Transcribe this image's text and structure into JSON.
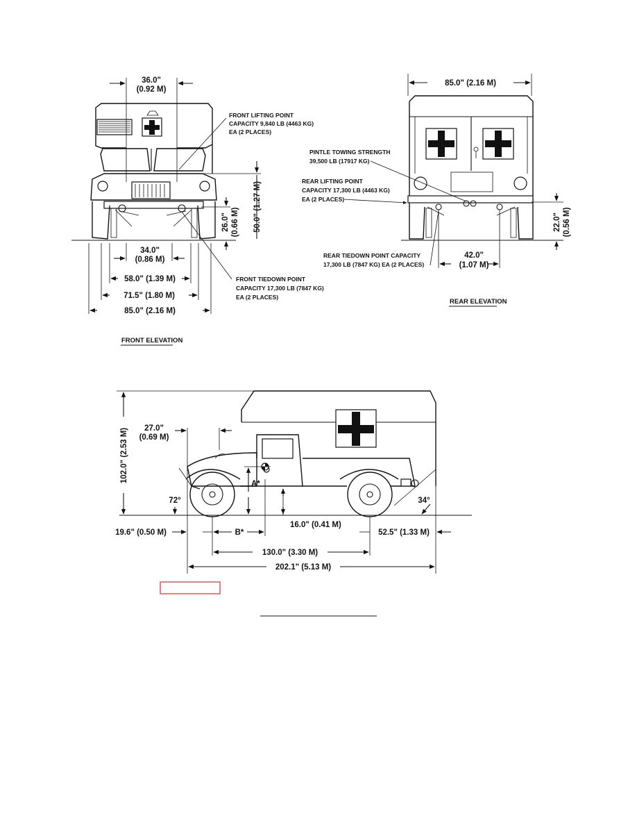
{
  "front_elevation": {
    "title": "FRONT ELEVATION",
    "dims": {
      "top_width": [
        "36.0\"",
        "(0.92 M)"
      ],
      "hood_height": "50.0\" (1.27 M)",
      "bumper_height": [
        "26.0\"",
        "(0.66 M)"
      ],
      "tiedown_spacing": [
        "34.0\"",
        "(0.86 M)"
      ],
      "inner_track": "58.0\" (1.39 M)",
      "track": "71.5\" (1.80 M)",
      "overall_width": "85.0\" (2.16 M)"
    },
    "notes": {
      "lifting": [
        "FRONT LIFTING POINT",
        "CAPACITY 9,840 LB (4463 KG)",
        "EA (2 PLACES)"
      ],
      "tiedown": [
        "FRONT TIEDOWN POINT",
        "CAPACITY 17,300 LB (7847 KG)",
        "EA (2 PLACES)"
      ]
    }
  },
  "rear_elevation": {
    "title": "REAR ELEVATION",
    "dims": {
      "overall_width": "85.0\" (2.16 M)",
      "lift_height": [
        "22.0\"",
        "(0.56 M)"
      ],
      "tiedown_spacing": [
        "42.0\"",
        "(1.07 M)"
      ]
    },
    "notes": {
      "pintle": [
        "PINTLE TOWING STRENGTH",
        "39,500 LB (17917 KG)"
      ],
      "lifting": [
        "REAR LIFTING POINT",
        "CAPACITY 17,300 LB (4463 KG)",
        "EA (2 PLACES)"
      ],
      "tiedown": [
        "REAR TIEDOWN POINT CAPACITY",
        "17,300 LB (7847 KG) EA (2 PLACES)"
      ]
    }
  },
  "side_elevation": {
    "dims": {
      "overall_height": "102.0\" (2.53 M)",
      "front_to_cab": [
        "27.0\"",
        "(0.69 M)"
      ],
      "approach_angle": "72°",
      "departure_angle": "34°",
      "ground_clearance": "16.0\" (0.41 M)",
      "front_overhang": "19.6\" (0.50 M)",
      "rear_overhang": "52.5\" (1.33 M)",
      "wheelbase": "130.0\" (3.30 M)",
      "overall_length": "202.1\" (5.13 M)",
      "cg_a": "A*",
      "cg_b": "B*"
    }
  },
  "colors": {
    "ink": "#111111",
    "highlight_box": "#d9302a"
  }
}
